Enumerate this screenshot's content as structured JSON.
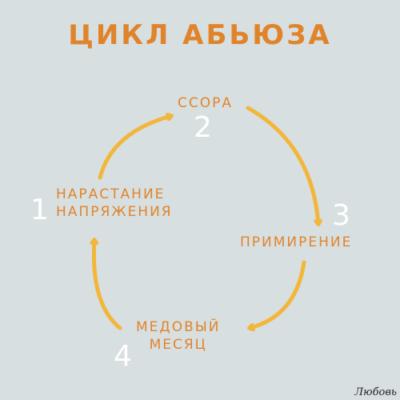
{
  "title": "ЦИКЛ АБЬЮЗА",
  "stages": [
    {
      "number": "1",
      "lines": [
        "НАРАСТАНИЕ",
        "НАПРЯЖЕНИЯ"
      ]
    },
    {
      "number": "2",
      "lines": [
        "ССОРА"
      ]
    },
    {
      "number": "3",
      "lines": [
        "ПРИМИРЕНИЕ"
      ]
    },
    {
      "number": "4",
      "lines": [
        "МЕДОВЫЙ",
        "МЕСЯЦ"
      ]
    }
  ],
  "colors": {
    "background": "#d8dfe1",
    "arrow": "#f2b63a",
    "text": "#e0842c",
    "number": "#ffffff"
  },
  "watermark": "Любовь"
}
